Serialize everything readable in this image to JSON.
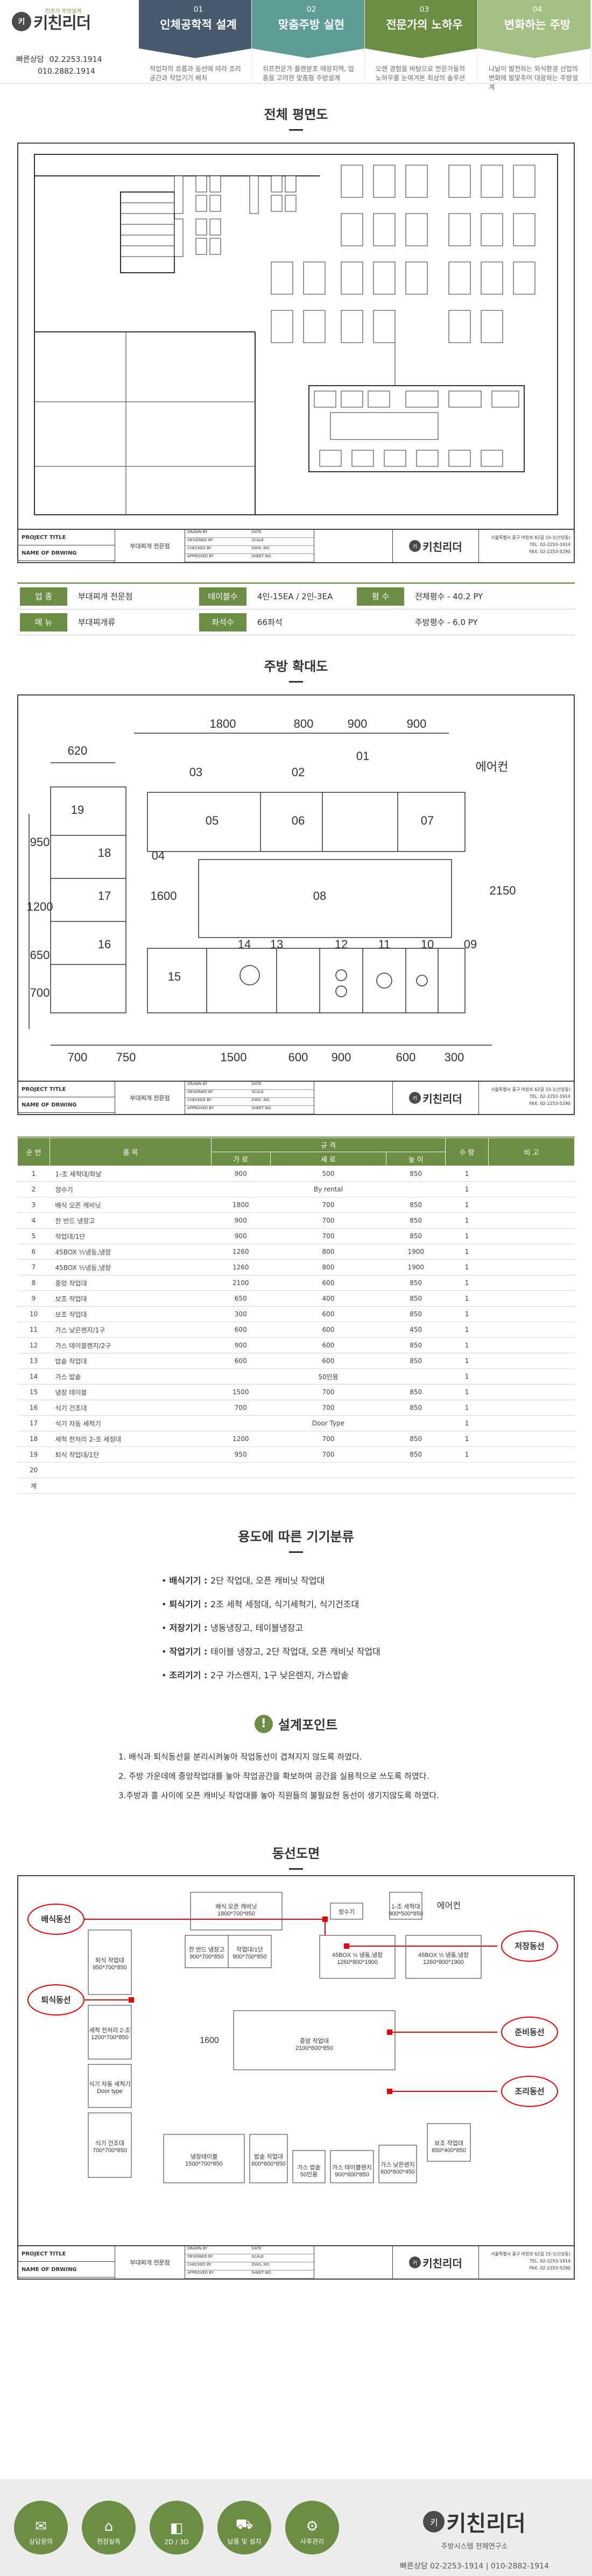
{
  "brand": {
    "name": "키친리더",
    "sub": "전문가 주방설계",
    "contact_label": "빠른상담",
    "phone1": "02.2253.1914",
    "phone2": "010.2882.1914",
    "logo_mark": "키"
  },
  "cards": [
    {
      "num": "01",
      "title": "인체공학적 설계",
      "desc": "작업자의 흐름과 동선에 따라 조리공간과 작업기기 배치"
    },
    {
      "num": "02",
      "title": "맞춤주방 실현",
      "desc": "쉬프전문가 플랜분포 매장지역, 업종을 고려한 맞춤형 주방설계"
    },
    {
      "num": "03",
      "title": "전문가의 노하우",
      "desc": "오랜 경험을 바탕으로 전문가들의 노하우를 눈여겨본 최상의 솔루션"
    },
    {
      "num": "04",
      "title": "변화하는 주방",
      "desc": "나날이 발전하는 외식환경 산업의 변화에 발맞추어 대응하는 주방설계"
    }
  ],
  "section1": {
    "title": "전체 평면도"
  },
  "title_block": {
    "project": "PROJECT TITLE",
    "project_val": "부대찌개 전문점",
    "name": "NAME OF DRWING",
    "drawn": "DRAWN BY",
    "designed": "DESIGNED BY",
    "checked": "CHECKED BY",
    "approved": "APPROVED BY",
    "date": "DATE",
    "scale": "SCALE",
    "dwg": "DWG. NO",
    "sheet": "SHEET NO.",
    "addr1": "서울특별시 중구 마장로 62길 15-1(신당동)",
    "addr2": "TEL. 02-2253-1914",
    "addr3": "FAX. 02-2253-5290"
  },
  "info": [
    {
      "k1": "업 종",
      "v1": "부대찌개 전문점",
      "k2": "테이블수",
      "v2": "4인-15EA / 2인-3EA",
      "k3": "평 수",
      "v3": "전체평수 - 40.2 PY"
    },
    {
      "k1": "메 뉴",
      "v1": "부대찌개류",
      "k2": "좌석수",
      "v2": "66좌석",
      "k3": "",
      "v3": "주방평수 - 6.0 PY"
    }
  ],
  "section2": {
    "title": "주방 확대도"
  },
  "kitchen": {
    "dims_top": [
      "1800",
      "800",
      "900",
      "900"
    ],
    "dims_bot": [
      "700",
      "750",
      "1500",
      "600",
      "900",
      "600",
      "300"
    ],
    "dims_left": [
      "620",
      "950",
      "1200",
      "650",
      "700"
    ],
    "dim_mid": "1600",
    "dim_right": "2150",
    "dim_top2": "900",
    "dim_700": "700",
    "aircon": "에어컨",
    "labels": [
      "03",
      "02",
      "01",
      "04",
      "05",
      "06",
      "07",
      "19",
      "18",
      "08",
      "17",
      "16",
      "14",
      "13",
      "12",
      "11",
      "10",
      "09",
      "15"
    ]
  },
  "spec": {
    "h_no": "순 번",
    "h_name": "품 목",
    "h_size": "규 격",
    "h_w": "가 로",
    "h_d": "세 로",
    "h_h": "높 이",
    "h_qty": "수 량",
    "h_note": "비 고",
    "rows": [
      [
        "1",
        "1-조 세척대/좌날",
        "900",
        "500",
        "850",
        "1",
        ""
      ],
      [
        "2",
        "정수기",
        "",
        "By rental",
        "",
        "1",
        ""
      ],
      [
        "3",
        "배식 오픈 캐비닛",
        "1800",
        "700",
        "850",
        "1",
        ""
      ],
      [
        "4",
        "찬 반드 냉장고",
        "900",
        "700",
        "850",
        "1",
        ""
      ],
      [
        "5",
        "작업대/1단",
        "900",
        "700",
        "850",
        "1",
        ""
      ],
      [
        "6",
        "45BOX ½냉동,냉장",
        "1260",
        "800",
        "1900",
        "1",
        ""
      ],
      [
        "7",
        "45BOX ½냉동,냉장",
        "1260",
        "800",
        "1900",
        "1",
        ""
      ],
      [
        "8",
        "중앙 작업대",
        "2100",
        "600",
        "850",
        "1",
        ""
      ],
      [
        "9",
        "보조 작업대",
        "650",
        "400",
        "850",
        "1",
        ""
      ],
      [
        "10",
        "보조 작업대",
        "300",
        "600",
        "850",
        "1",
        ""
      ],
      [
        "11",
        "가스 낮은렌지/1구",
        "600",
        "600",
        "450",
        "1",
        ""
      ],
      [
        "12",
        "가스 테이블렌지/2구",
        "900",
        "600",
        "850",
        "1",
        ""
      ],
      [
        "13",
        "밥솥 작업대",
        "600",
        "600",
        "850",
        "1",
        ""
      ],
      [
        "14",
        "가스 밥솥",
        "",
        "50인용",
        "",
        "1",
        ""
      ],
      [
        "15",
        "냉장 테이블",
        "1500",
        "700",
        "850",
        "1",
        ""
      ],
      [
        "16",
        "식기 건조대",
        "700",
        "700",
        "850",
        "1",
        ""
      ],
      [
        "17",
        "식기 자동 세척기",
        "",
        "Door Type",
        "",
        "1",
        ""
      ],
      [
        "18",
        "세척 전처리 2-조 세정대",
        "1200",
        "700",
        "850",
        "1",
        ""
      ],
      [
        "19",
        "퇴식 작업대/1단",
        "950",
        "700",
        "850",
        "1",
        ""
      ],
      [
        "20",
        "",
        "",
        "",
        "",
        "",
        ""
      ],
      [
        "계",
        "",
        "",
        "",
        "",
        "",
        ""
      ]
    ]
  },
  "uses": {
    "title": "용도에 따른 기기분류",
    "items": [
      [
        "배식기기 : ",
        "2단 작업대, 오픈 캐비닛 작업대"
      ],
      [
        "퇴식기기 : ",
        "2조 세척 세정대, 식기세척기, 식기건조대"
      ],
      [
        "저장기기 : ",
        "냉동냉장고, 테이블냉장고"
      ],
      [
        "작업기기 : ",
        "테이블 냉장고, 2단 작업대, 오픈 캐비닛 작업대"
      ],
      [
        "조리기기 : ",
        "2구 가스렌지, 1구 낮은렌지, 가스밥솥"
      ]
    ]
  },
  "points": {
    "title": "설계포인트",
    "icon": "!",
    "items": [
      "1. 배식과 퇴식동선을 분리시켜놓아 작업동선이 겹쳐지지 않도록 하였다.",
      "2. 주방 가운데에 중앙작업대를 놓아 작업공간을 확보하여 공간을 실용적으로 쓰도록 하였다.",
      "3.주방과 홀 사이에 오픈 캐비닛 작업대를 놓아 직원들의 불필요한 동선이 생기지않도록 하였다."
    ]
  },
  "section3": {
    "title": "동선도면"
  },
  "flow": {
    "l1": "배식동선",
    "l2": "퇴식동선",
    "r1": "저장동선",
    "r2": "준비동선",
    "r3": "조리동선",
    "aircon": "에어컨",
    "dim1600": "1600",
    "boxes": [
      "배식 오픈 캐비닛\n1800*700*850",
      "작업대/1단\n900*700*850",
      "찬 반드 냉장고\n900*700*850",
      "45BOX ½ 냉동,냉장\n1260*800*1900",
      "45BOX ½ 냉동,냉장\n1260*800*1900",
      "중앙 작업대\n2100*600*850",
      "퇴식 작업대\n950*700*850",
      "세척 전처리 2-조\n1200*700*850",
      "식기 자동 세척기\nDoor type",
      "식기 건조대\n700*700*850",
      "냉장테이블\n1500*700*850",
      "밥솥 작업대\n600*600*850",
      "가스 밥솥\n50인용",
      "가스 테이블렌지\n900*600*850",
      "가스 낮은렌지\n600*600*450",
      "보조 작업대\n650*400*850",
      "1-조 세척대\n900*500*850",
      "정수기"
    ]
  },
  "footer": {
    "buttons": [
      [
        "상담문의",
        "✉"
      ],
      [
        "현장실측",
        "⌂"
      ],
      [
        "2D / 3D",
        "◧"
      ],
      [
        "납품 및 설치",
        "⛟"
      ],
      [
        "사후관리",
        "⚙"
      ]
    ],
    "logo": "키친리더",
    "sub": "주방시스템 전체연구소",
    "phone": "빠른상담   02-2253-1914 | 010-2882-1914"
  }
}
